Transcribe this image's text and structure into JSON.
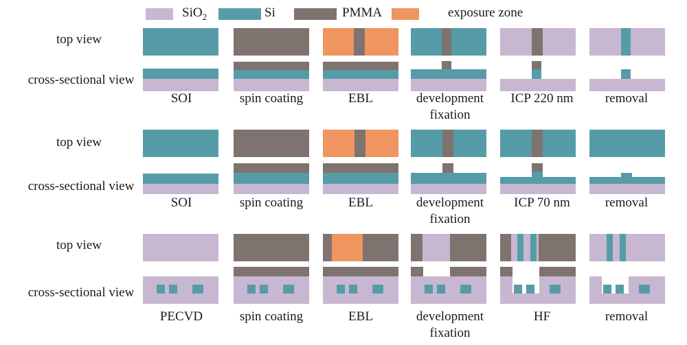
{
  "legend": [
    {
      "label": "SiO",
      "sub": "2",
      "color": "#c8b7d1"
    },
    {
      "label": "Si",
      "sub": "",
      "color": "#569ca8"
    },
    {
      "label": "PMMA",
      "sub": "",
      "color": "#7f7370"
    },
    {
      "label": "exposure zone",
      "sub": "",
      "color": "#ee9560"
    }
  ],
  "row_labels": {
    "top": "top view",
    "cross": "cross-sectional view"
  },
  "processes": [
    {
      "steps": [
        [
          "SOI"
        ],
        [
          "spin coating"
        ],
        [
          "EBL"
        ],
        [
          "development",
          "fixation"
        ],
        [
          "ICP 220 nm"
        ],
        [
          "removal"
        ]
      ]
    },
    {
      "steps": [
        [
          "SOI"
        ],
        [
          "spin coating"
        ],
        [
          "EBL"
        ],
        [
          "development",
          "fixation"
        ],
        [
          "ICP 70 nm"
        ],
        [
          "removal"
        ]
      ]
    },
    {
      "steps": [
        [
          "PECVD"
        ],
        [
          "spin coating"
        ],
        [
          "EBL"
        ],
        [
          "development",
          "fixation"
        ],
        [
          "HF"
        ],
        [
          "removal"
        ]
      ]
    }
  ]
}
